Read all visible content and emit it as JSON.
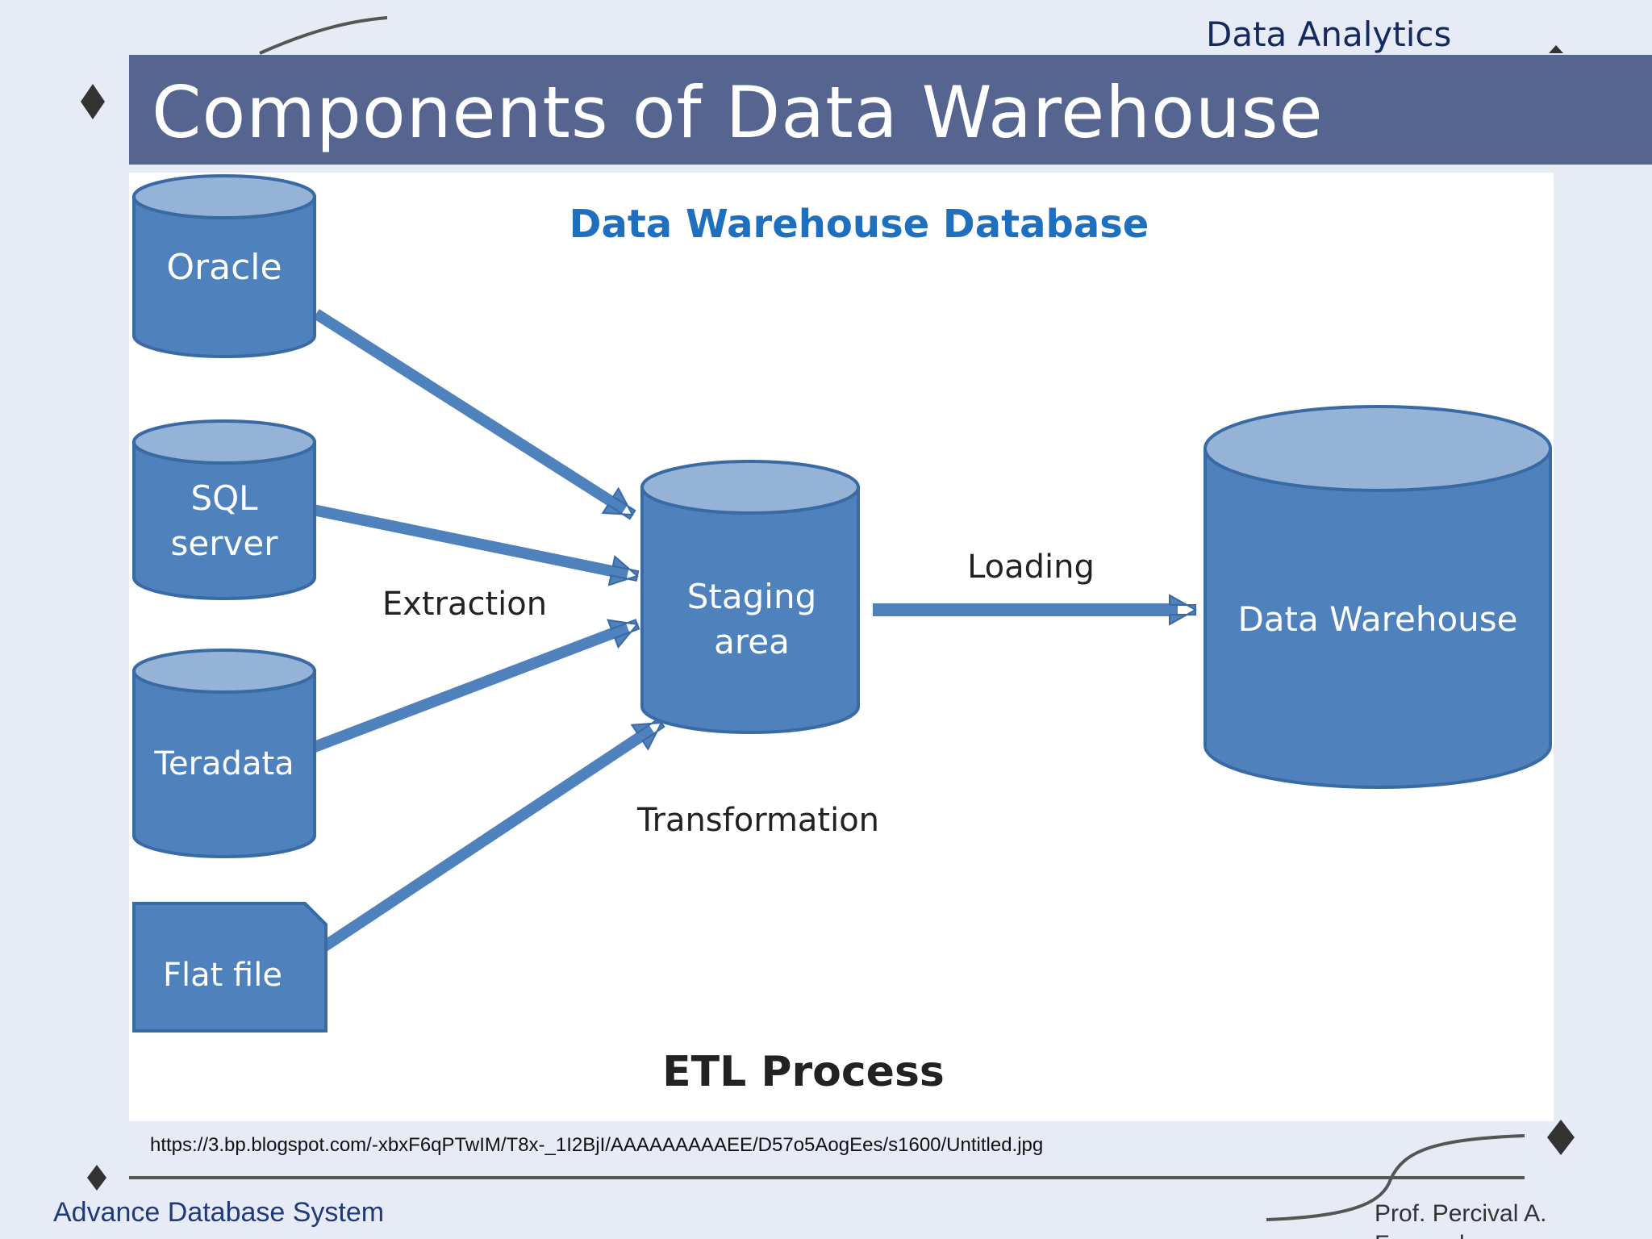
{
  "slide": {
    "course": "Data Analytics",
    "title": "Components of Data Warehouse",
    "source_url": "https://3.bp.blogspot.com/-xbxF6qPTwIM/T8x-_1I2BjI/AAAAAAAAAEE/D57o5AogEes/s1600/Untitled.jpg",
    "footer_left": "Advance Database System",
    "footer_right": "Prof. Percival A. Fernandez"
  },
  "diagram": {
    "heading": "Data Warehouse Database",
    "sources": {
      "oracle": [
        "Oracle"
      ],
      "sql_server": [
        "SQL",
        "server"
      ],
      "teradata": [
        "Teradata"
      ],
      "flat_file": [
        "Flat file"
      ]
    },
    "staging": [
      "Staging",
      "area"
    ],
    "warehouse": [
      "Data Warehouse"
    ],
    "labels": {
      "extraction": "Extraction",
      "transformation": "Transformation",
      "loading": "Loading"
    },
    "caption": "ETL Process"
  },
  "colors": {
    "cylinder_body": "#4f81bd",
    "cylinder_top": "#95b3d7",
    "outline": "#3a6aa4",
    "heading": "#1f6fbf",
    "title_bar": "#55658f",
    "background": "#e6ebf6"
  }
}
